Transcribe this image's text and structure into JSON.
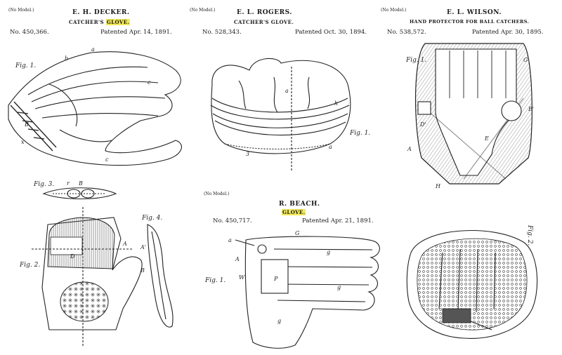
{
  "panels": [
    {
      "no_model": "(No Model.)",
      "inventor": "E. H. DECKER.",
      "title_prefix": "CATCHER'S ",
      "title_highlight": "GLOVE.",
      "number": "No. 450,366.",
      "date": "Patented Apr. 14, 1891."
    },
    {
      "no_model": "(No Model.)",
      "inventor": "E. L. ROGERS.",
      "title": "CATCHER'S GLOVE.",
      "number": "No. 528,343.",
      "date": "Patented Oct. 30, 1894."
    },
    {
      "no_model": "(No Model.)",
      "inventor": "E. L. WILSON.",
      "title": "HAND PROTECTOR FOR BALL CATCHERS.",
      "number": "No. 538,572.",
      "date": "Patented Apr. 30, 1895."
    },
    {
      "no_model": "(No Model.)",
      "inventor": "R. BEACH.",
      "title_highlight": "GLOVE.",
      "number": "No. 450,717.",
      "date": "Patented Apr. 21, 1891."
    }
  ],
  "figure_labels": {
    "decker_fig1": "Fig. 1.",
    "decker_fig2": "Fig. 2.",
    "decker_fig3": "Fig. 3.",
    "decker_fig4": "Fig. 4.",
    "rogers_fig1": "Fig. 1.",
    "wilson_fig1": "Fig. 1.",
    "wilson_fig2": "Fig. 2.",
    "beach_fig1": "Fig. 1."
  }
}
